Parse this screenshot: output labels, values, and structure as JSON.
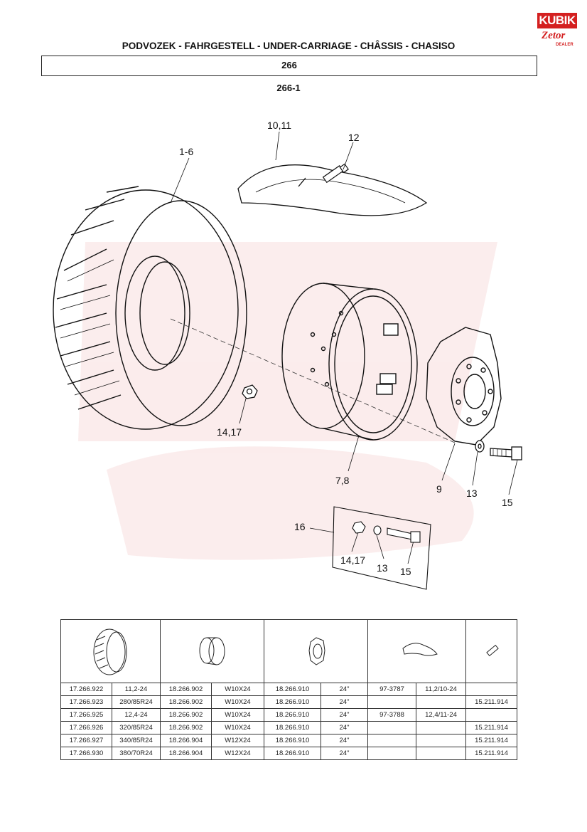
{
  "logo": {
    "brand": "KUBIK",
    "make": "Zetor",
    "tag": "DEALER"
  },
  "header": {
    "title": "PODVOZEK - FAHRGESTELL - UNDER-CARRIAGE - CHÂSSIS - CHASISO",
    "group_number": "266",
    "figure_number": "266-1"
  },
  "diagram": {
    "callouts": {
      "tyre": "1-6",
      "tube": "10,11",
      "valve": "12",
      "nut": "14,17",
      "rim": "7,8",
      "disc": "9",
      "washer": "13",
      "bolt": "15",
      "kit": "16",
      "kit_nut": "14,17",
      "kit_washer": "13",
      "kit_bolt": "15"
    }
  },
  "parts_table": {
    "rows": [
      [
        "17.266.922",
        "11,2-24",
        "18.266.902",
        "W10X24",
        "18.266.910",
        "24\"",
        "97-3787",
        "11,2/10-24",
        ""
      ],
      [
        "17.266.923",
        "280/85R24",
        "18.266.902",
        "W10X24",
        "18.266.910",
        "24\"",
        "",
        "",
        "15.211.914"
      ],
      [
        "17.266.925",
        "12,4-24",
        "18.266.902",
        "W10X24",
        "18.266.910",
        "24\"",
        "97-3788",
        "12,4/11-24",
        ""
      ],
      [
        "17.266.926",
        "320/85R24",
        "18.266.902",
        "W10X24",
        "18.266.910",
        "24\"",
        "",
        "",
        "15.211.914"
      ],
      [
        "17.266.927",
        "340/85R24",
        "18.266.904",
        "W12X24",
        "18.266.910",
        "24\"",
        "",
        "",
        "15.211.914"
      ],
      [
        "17.266.930",
        "380/70R24",
        "18.266.904",
        "W12X24",
        "18.266.910",
        "24\"",
        "",
        "",
        "15.211.914"
      ]
    ]
  },
  "footer": {
    "page_number": ""
  }
}
